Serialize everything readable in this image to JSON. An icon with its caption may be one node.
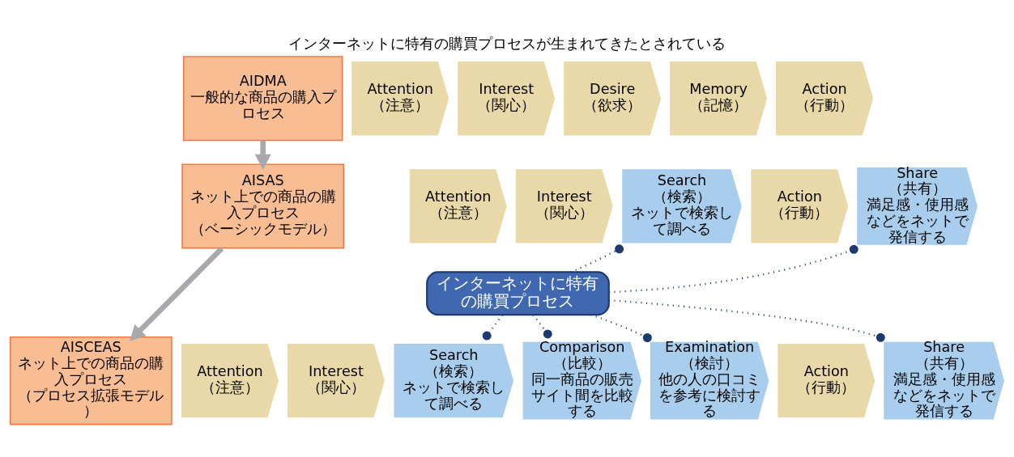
{
  "diagram": {
    "title": "インターネットに特有の購買プロセスが生まれてきたとされている",
    "nodes": [
      {
        "text": [
          "AIDMA",
          "一般的な商品の購入プロセス"
        ]
      },
      {
        "text": [
          "Attention",
          "（注意）"
        ]
      },
      {
        "text": [
          "Interest",
          "（関心）"
        ]
      },
      {
        "text": [
          "Desire",
          "（欲求）"
        ]
      },
      {
        "text": [
          "Memory",
          "（記憶）"
        ]
      },
      {
        "text": [
          "Action",
          "（行動）"
        ]
      },
      {
        "text": [
          "AISAS",
          "ネット上での商品の購入プロセス（ベーシックモデル）"
        ]
      },
      {
        "text": [
          "Attention",
          "（注意）"
        ]
      },
      {
        "text": [
          "Interest",
          "（関心）"
        ]
      },
      {
        "text": [
          "Search",
          "（検索）",
          "ネットで検索して調べる"
        ]
      },
      {
        "text": [
          "Action",
          "（行動）"
        ]
      },
      {
        "text": [
          "Share",
          "（共有）",
          "満足感・使用感などをネットで発信する"
        ]
      },
      {
        "text": [
          "AISCEAS",
          "ネット上での商品の購入プロセス（プロセス拡張モデル）"
        ]
      },
      {
        "text": [
          "Attention",
          "（注意）"
        ]
      },
      {
        "text": [
          "Interest",
          "（関心）"
        ]
      },
      {
        "text": [
          "Search",
          "（検索）",
          "ネットで検索して調べる"
        ]
      },
      {
        "text": [
          "Comparison",
          "（比較）",
          "同一商品の販売サイト間を比較する"
        ]
      },
      {
        "text": [
          "Examination",
          "（検討）",
          "他の人の口コミを参考に検討する"
        ]
      },
      {
        "text": [
          "Action",
          "（行動）"
        ]
      },
      {
        "text": [
          "Share",
          "（共有）",
          "満足感・使用感などをネットで発信する"
        ]
      },
      {
        "text": [
          "インターネットに特有の購買プロセス"
        ]
      }
    ],
    "edges": [
      {
        "from": 0,
        "to": 6,
        "arrow": "to",
        "style": "thick",
        "color": "#a7a9ac"
      },
      {
        "from": 6,
        "to": 12,
        "arrow": "to",
        "style": "thick",
        "color": "#a7a9ac"
      },
      {
        "from": 20,
        "to": 9,
        "arrow": "other",
        "style": "dashed"
      },
      {
        "from": 20,
        "to": 11,
        "arrow": "other",
        "style": "dashed"
      },
      {
        "from": 20,
        "to": 15,
        "arrow": "other",
        "style": "dashed"
      },
      {
        "from": 20,
        "to": 16,
        "arrow": "other",
        "style": "dashed"
      },
      {
        "from": 20,
        "to": 17,
        "arrow": "other",
        "style": "dashed"
      },
      {
        "from": 20,
        "to": 19,
        "arrow": "other",
        "style": "dashed"
      }
    ]
  }
}
